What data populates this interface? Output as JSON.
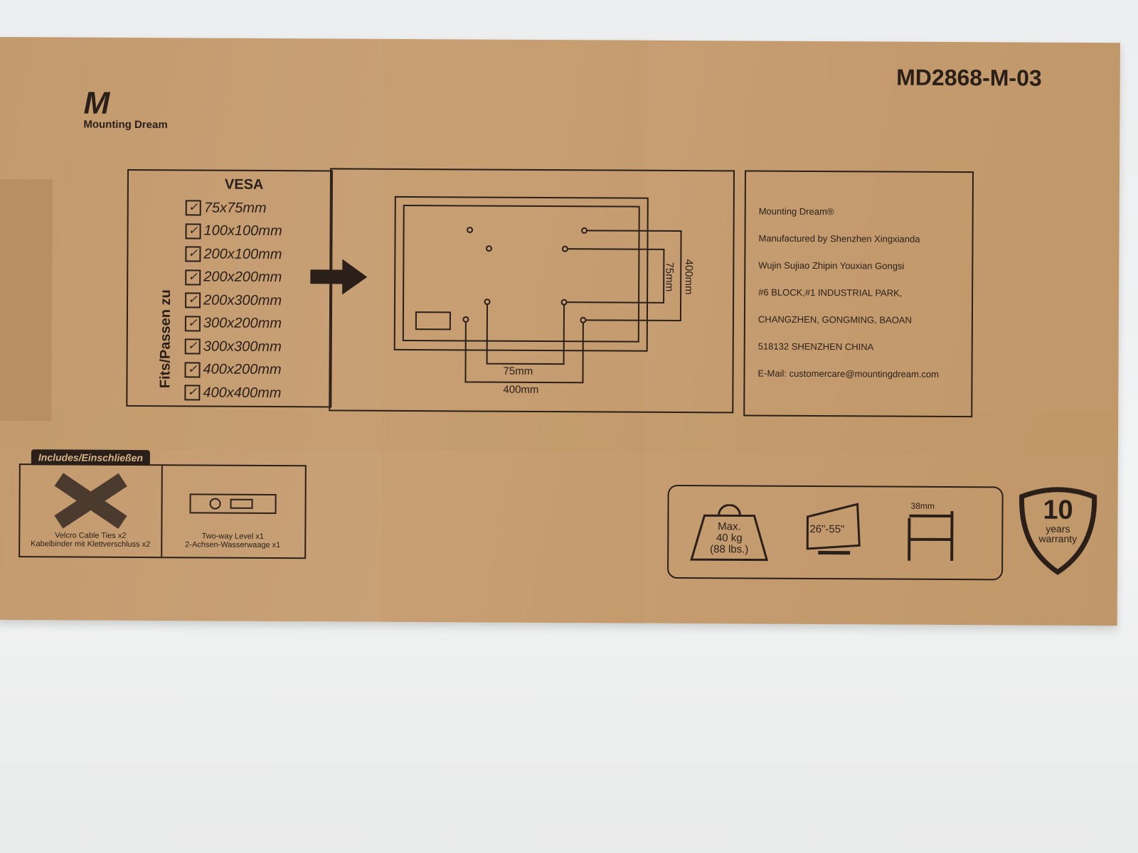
{
  "brand": {
    "name": "Mounting Dream",
    "mark": "M",
    "registered": "®"
  },
  "model": "MD2868-M-03",
  "vesa": {
    "title": "VESA",
    "side_label": "Fits/Passen zu",
    "sizes": [
      "75x75mm",
      "100x100mm",
      "200x100mm",
      "200x200mm",
      "200x300mm",
      "300x200mm",
      "300x300mm",
      "400x200mm",
      "400x400mm"
    ]
  },
  "diagram": {
    "dim_small_h": "75mm",
    "dim_large_h": "400mm",
    "dim_small_v": "75mm",
    "dim_large_v": "400mm"
  },
  "info": [
    "Mounting Dream®",
    "Manufactured by Shenzhen Xingxianda",
    "Wujin Sujiao Zhipin Youxian Gongsi",
    "#6 BLOCK,#1 INDUSTRIAL PARK,",
    "CHANGZHEN, GONGMING, BAOAN",
    "518132 SHENZHEN  CHINA",
    "E-Mail: customercare@mountingdream.com"
  ],
  "includes": {
    "title": "Includes/Einschließen",
    "items": [
      {
        "en": "Velcro Cable Ties x2",
        "de": "Kabelbinder mit Klettverschluss x2"
      },
      {
        "en": "Two-way Level x1",
        "de": "2-Achsen-Wasserwaage x1"
      }
    ]
  },
  "features": {
    "weight": [
      "Max.",
      "40 kg",
      "(88 lbs.)"
    ],
    "screen": "26\"-55\"",
    "depth": "38mm"
  },
  "warranty": {
    "number": "10",
    "line1": "years",
    "line2": "warranty"
  }
}
